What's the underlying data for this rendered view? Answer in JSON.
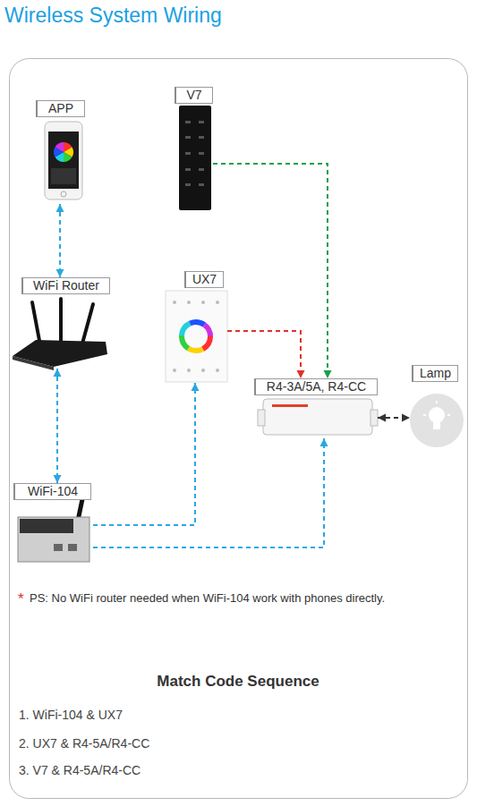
{
  "diagram": {
    "title": "Wireless System Wiring",
    "nodes": [
      {
        "text": [
          "APP"
        ]
      },
      {
        "text": [
          "V7"
        ]
      },
      {
        "text": [
          "WiFi Router"
        ]
      },
      {
        "text": [
          "UX7"
        ]
      },
      {
        "text": [
          "R4-3A/5A, R4-CC"
        ]
      },
      {
        "text": [
          "Lamp"
        ]
      },
      {
        "text": [
          "WiFi-104"
        ]
      }
    ],
    "edges": [
      {
        "from": 0,
        "to": 2,
        "arrow": "both"
      },
      {
        "from": 2,
        "to": 6,
        "arrow": "both"
      },
      {
        "from": 1,
        "to": 4,
        "arrow": "to"
      },
      {
        "from": 3,
        "to": 4,
        "arrow": "to"
      },
      {
        "from": 6,
        "to": 3,
        "arrow": "to"
      },
      {
        "from": 6,
        "to": 4,
        "arrow": "to"
      },
      {
        "from": 4,
        "to": 5,
        "arrow": "both"
      }
    ],
    "labels": [
      "*",
      "PS: No WiFi router needed when WiFi-104 work with phones directly.",
      "Match Code Sequence",
      "1. WiFi-104 & UX7",
      "2. UX7 & R4-5A/R4-CC",
      "3. V7 & R4-5A/R4-CC"
    ]
  }
}
